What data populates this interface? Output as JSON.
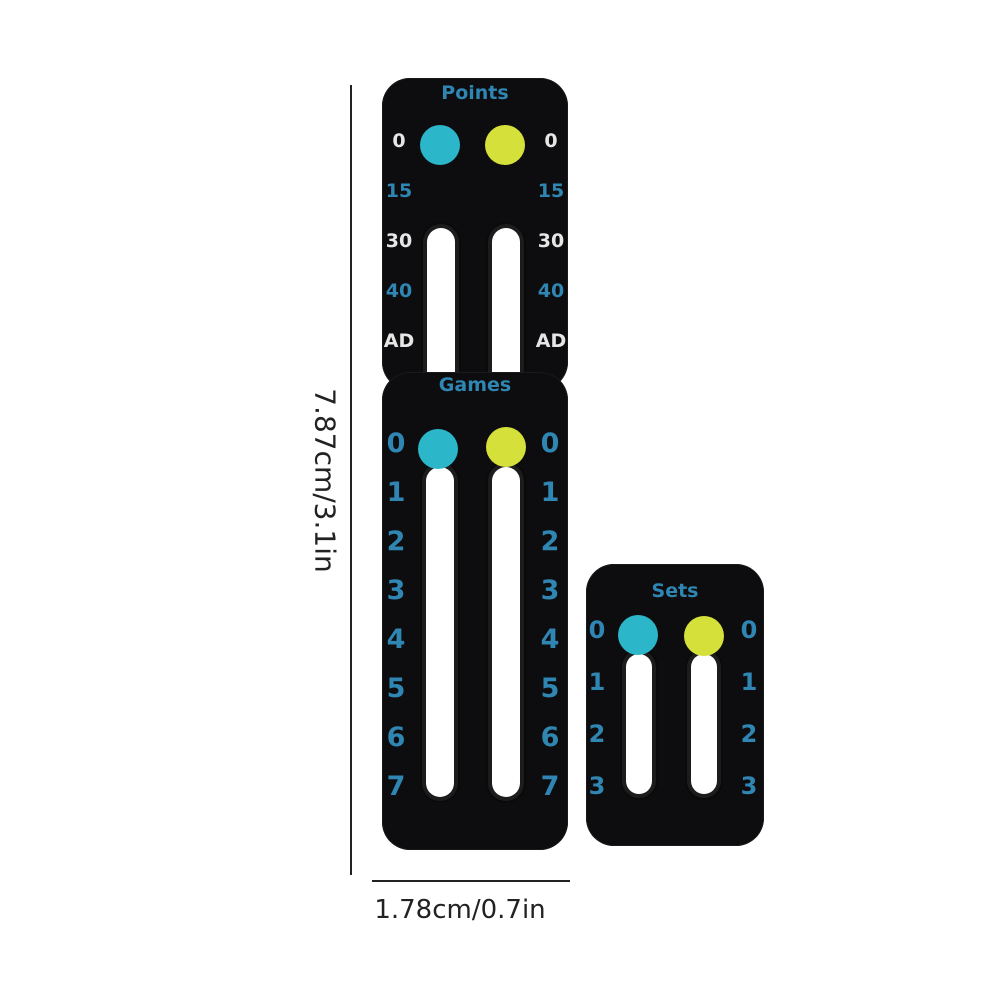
{
  "dimensions": {
    "height_label": "7.87cm/3.1in",
    "width_label": "1.78cm/0.7in"
  },
  "colors": {
    "card": "#0d0d0f",
    "label_blue": "#2f86b3",
    "label_white": "#e6e6e6",
    "peg_left": "#2bb6c9",
    "peg_right": "#d6e03a"
  },
  "points": {
    "title": "Points",
    "scale": [
      {
        "text": "0",
        "tone": "white"
      },
      {
        "text": "15",
        "tone": "blue"
      },
      {
        "text": "30",
        "tone": "white"
      },
      {
        "text": "40",
        "tone": "blue"
      },
      {
        "text": "AD",
        "tone": "white"
      }
    ]
  },
  "games": {
    "title": "Games",
    "scale": [
      "0",
      "1",
      "2",
      "3",
      "4",
      "5",
      "6",
      "7"
    ]
  },
  "sets": {
    "title": "Sets",
    "scale": [
      "0",
      "1",
      "2",
      "3"
    ]
  }
}
